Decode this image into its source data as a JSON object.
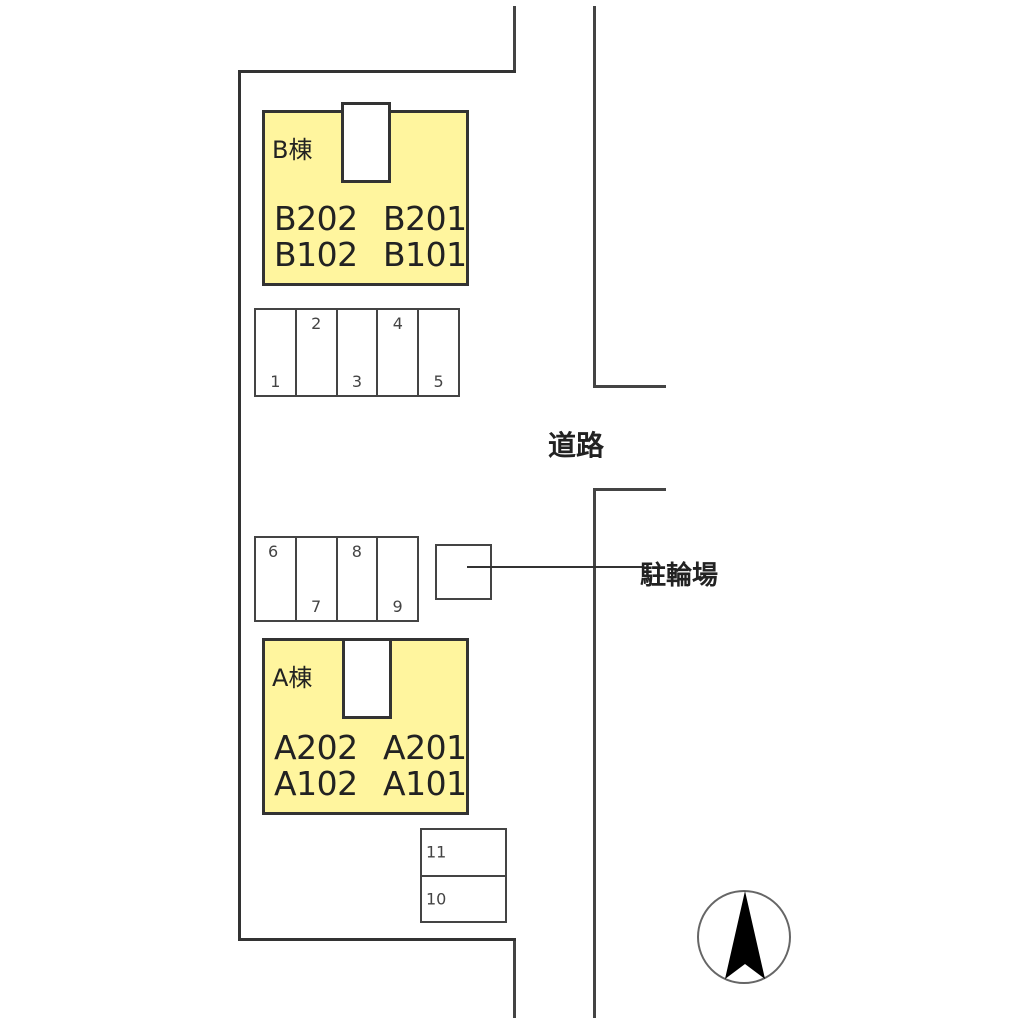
{
  "colors": {
    "building_fill": "#fff59e",
    "line": "#333333",
    "background": "#ffffff"
  },
  "buildings": [
    {
      "id": "B",
      "label": "B棟",
      "units": [
        "B202",
        "B201",
        "B102",
        "B101"
      ]
    },
    {
      "id": "A",
      "label": "A棟",
      "units": [
        "A202",
        "A201",
        "A102",
        "A101"
      ]
    }
  ],
  "parking": {
    "row_north": [
      "1",
      "2",
      "3",
      "4",
      "5"
    ],
    "row_south": [
      "6",
      "7",
      "8",
      "9"
    ],
    "corner": [
      "11",
      "10"
    ]
  },
  "labels": {
    "road": "道路",
    "bicycle_parking": "駐輪場"
  },
  "compass": {
    "direction": "north",
    "icon": "north-arrow-icon"
  }
}
